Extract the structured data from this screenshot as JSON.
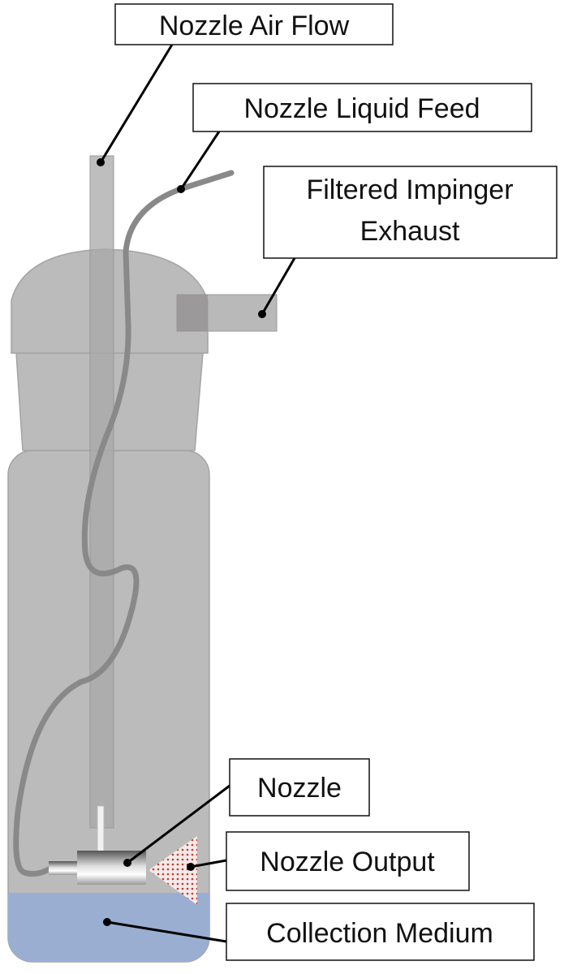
{
  "labels": {
    "air_flow": "Nozzle Air Flow",
    "liquid_feed": "Nozzle Liquid Feed",
    "exhaust_line1": "Filtered Impinger",
    "exhaust_line2": "Exhaust",
    "nozzle": "Nozzle",
    "nozzle_output": "Nozzle Output",
    "collection_medium": "Collection Medium"
  },
  "colors": {
    "vessel": "#bcbbbb",
    "tube": "#a9a8a8",
    "liquid": "#9aaed2",
    "spray_dots": "#c0392b"
  }
}
